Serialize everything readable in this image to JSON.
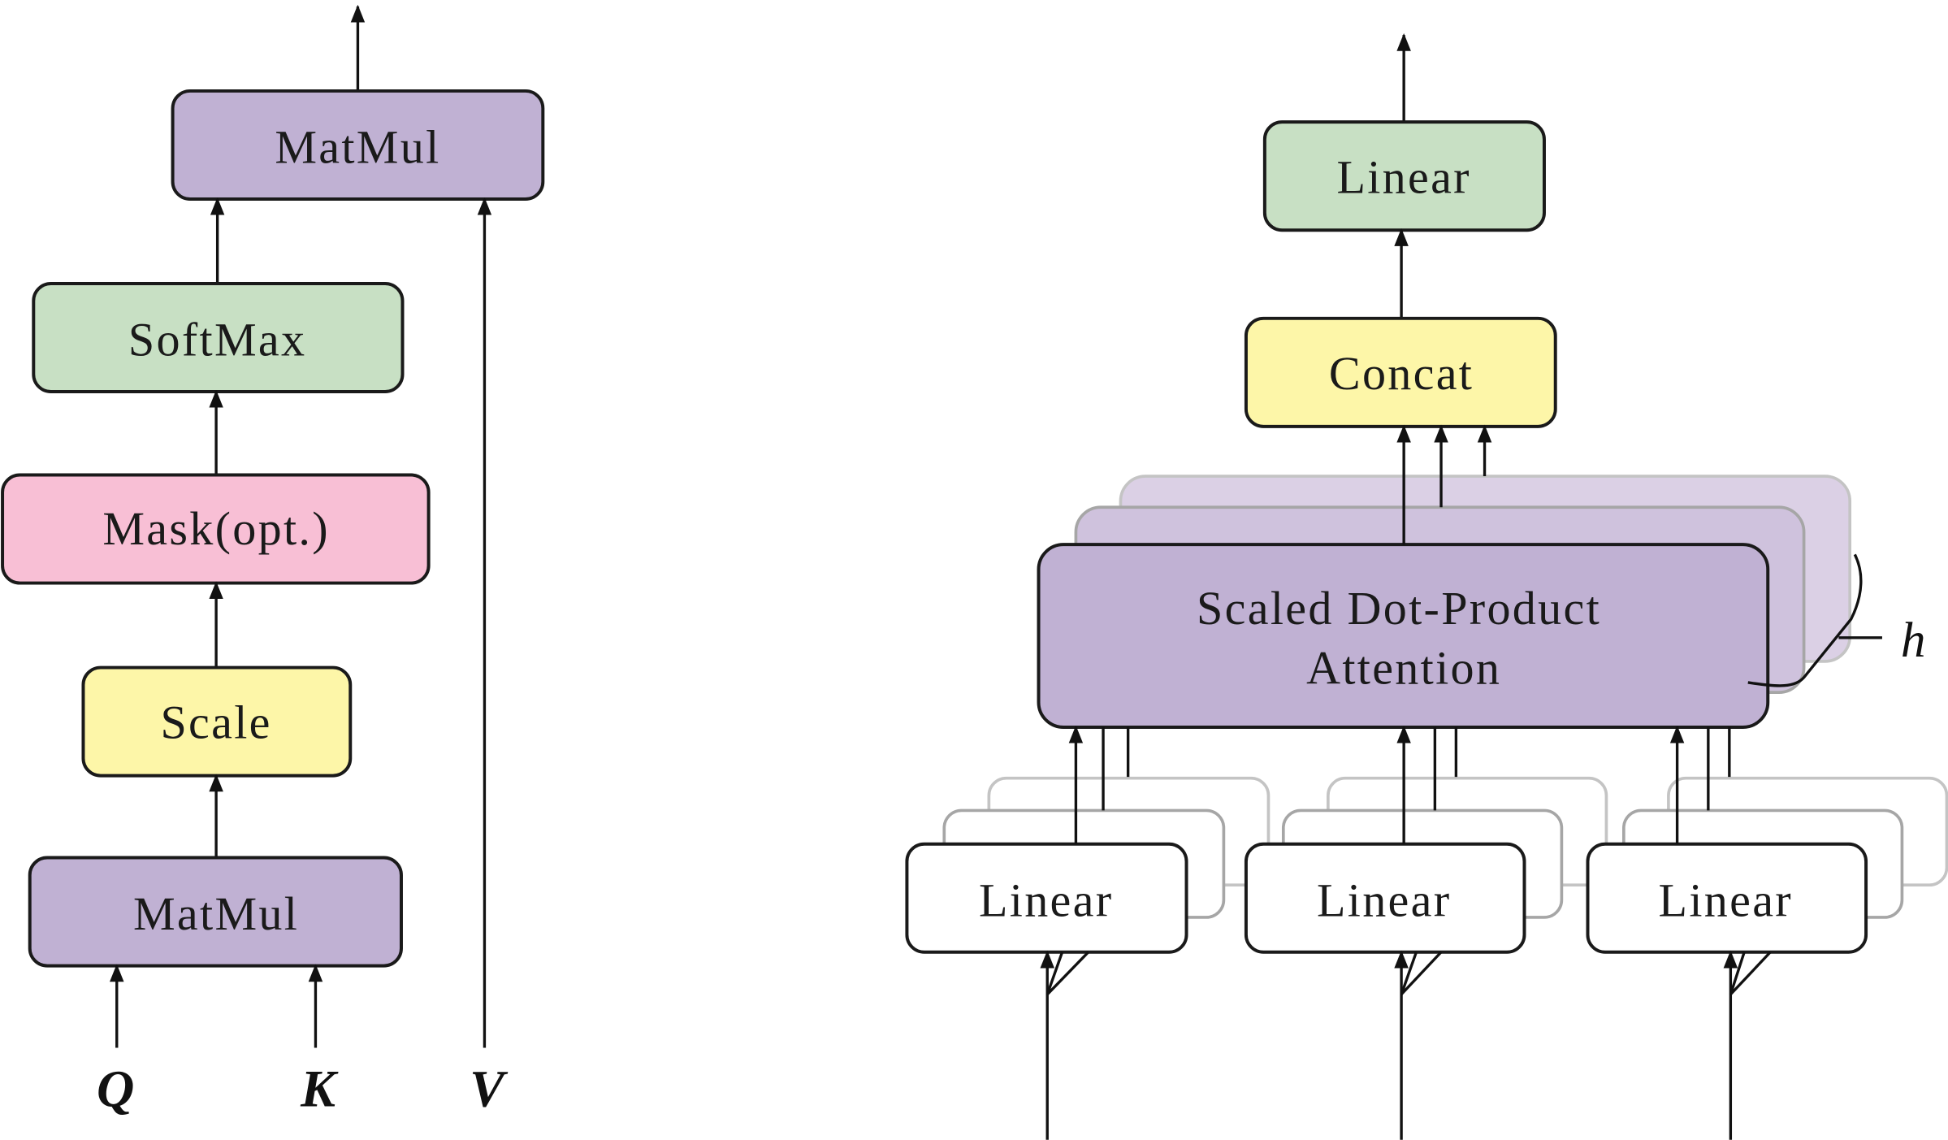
{
  "colors": {
    "matmul": "#c0b1d3",
    "softmax": "#c8e0c4",
    "mask": "#f8bfd5",
    "scale": "#fdf6a8",
    "linear_out": "#c8e0c4",
    "concat": "#fdf6a8",
    "attention_front": "#c0b1d3",
    "attention_mid": "#cfc2dd",
    "attention_back": "#dbd0e5",
    "linear_in": "#ffffff"
  },
  "scaled_dot_product": {
    "matmul_top": "MatMul",
    "softmax": "SoftMax",
    "mask": "Mask(opt.)",
    "scale": "Scale",
    "matmul_bottom": "MatMul",
    "inputs": [
      "Q",
      "K",
      "V"
    ]
  },
  "multi_head": {
    "linear_out": "Linear",
    "concat": "Concat",
    "attention_line1": "Scaled Dot-Product",
    "attention_line2": "Attention",
    "heads_label": "h",
    "linear_inputs": [
      "Linear",
      "Linear",
      "Linear"
    ]
  }
}
